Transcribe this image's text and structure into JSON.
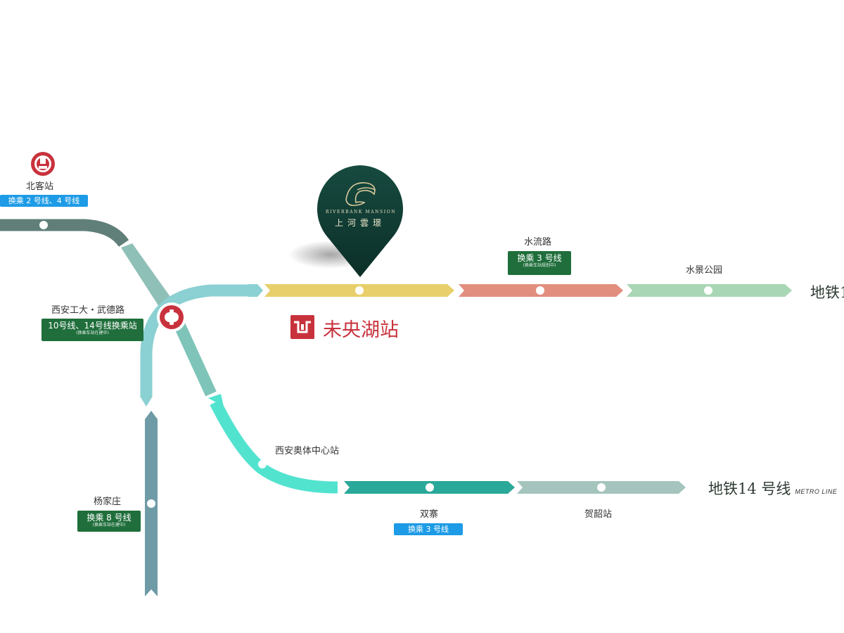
{
  "stations": {
    "beike": "北客站",
    "xian_gongda": "西安工大・武德路",
    "yangjiazhuang": "杨家庄",
    "shuiliulu": "水流路",
    "shuijing_park": "水景公园",
    "olympic": "西安奥体中心站",
    "shuangzhai": "双寨",
    "heshao": "贺韶站",
    "weiyang_lake": "未央湖站"
  },
  "transfers": {
    "beike": "换乘 2 号线、4 号线",
    "xian_gongda_main": "10号线、14号线换乘站",
    "xian_gongda_sub": "(换乘车站在建中)",
    "yangjiazhuang_main": "换乘 8 号线",
    "yangjiazhuang_sub": "(换乘车站在建中)",
    "shuiliulu_main": "换乘 3 号线",
    "shuiliulu_sub": "(换乘车站规划中)",
    "shuangzhai": "换乘 3 号线"
  },
  "lines": {
    "line14_name": "地铁14 号线",
    "line14_en": "METRO LINE",
    "line10_name": "地铁1"
  },
  "brand": {
    "en": "RIVERBANK MANSION",
    "cn": "上河雲璟"
  },
  "colors": {
    "yellow_segment": "#e8cf6b",
    "salmon_segment": "#e28e7f",
    "light_green_segment": "#a9d6b4",
    "teal_segment": "#2aa899",
    "gray_teal_segment": "#a4c4bd",
    "aqua_curve": "#52e3cf",
    "light_blue_curve": "#8bd0d2",
    "slate_segment": "#6e9ba6",
    "dark_gray_green": "#5f7f78",
    "pin_color": "#0e3a31",
    "tag_green": "#1f6e3b",
    "tag_blue": "#1d9be6",
    "station_red": "#c8323c"
  }
}
